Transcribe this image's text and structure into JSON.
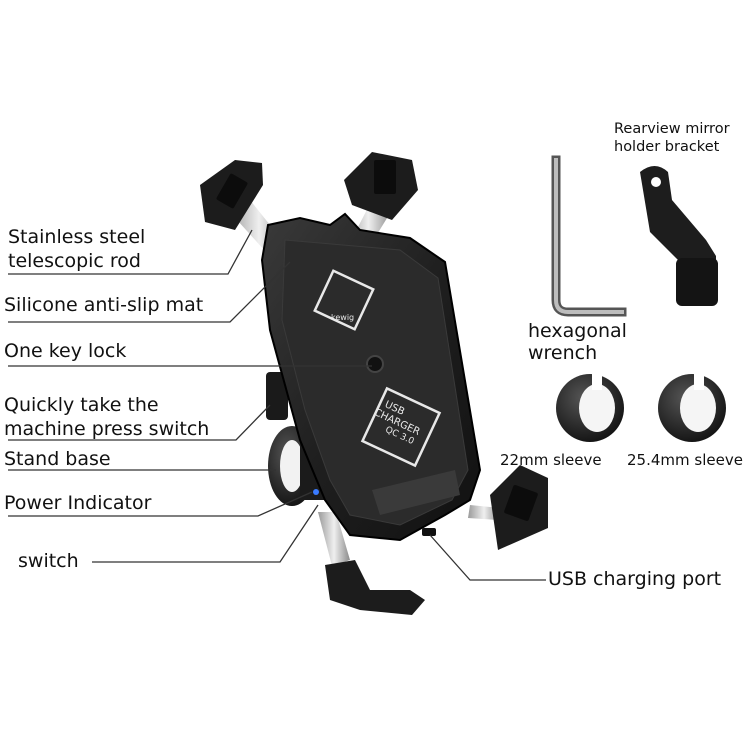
{
  "labels": {
    "rod": [
      "Stainless steel",
      "telescopic rod"
    ],
    "mat": "Silicone anti-slip mat",
    "lock": "One key lock",
    "quick": [
      "Quickly take the",
      "machine press switch"
    ],
    "base": "Stand base",
    "indicator": "Power Indicator",
    "switch": "switch",
    "usb_port": "USB charging port",
    "mirror": [
      "Rearview mirror",
      "holder bracket"
    ],
    "wrench": [
      "hexagonal",
      "wrench"
    ],
    "sleeve_22": "22mm sleeve",
    "sleeve_25": "25.4mm sleeve"
  },
  "device": {
    "logo_text": "kewig",
    "badge": [
      "USB",
      "CHARGER",
      "QC 3.0"
    ]
  },
  "colors": {
    "body": "#222222",
    "metal": "#c9c9c9",
    "line": "#333333"
  }
}
